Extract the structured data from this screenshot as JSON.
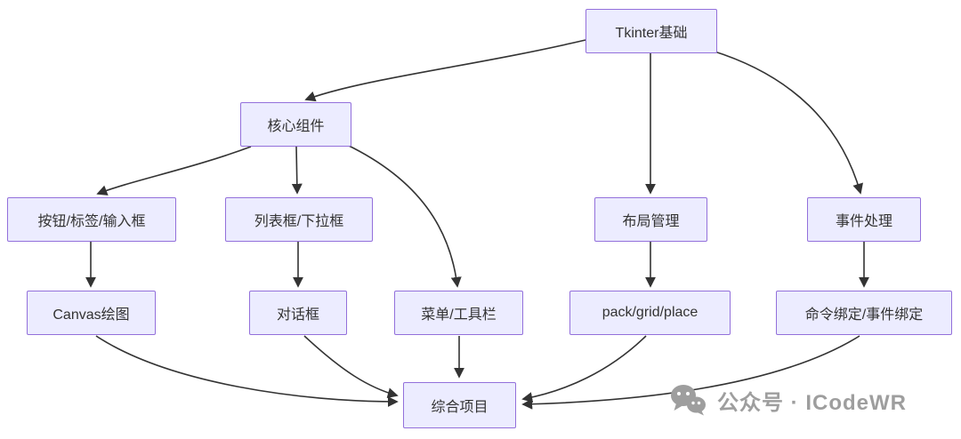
{
  "diagram": {
    "title": "Tkinter learning path flowchart",
    "nodes": [
      {
        "id": "tkinter-basics",
        "label": "Tkinter基础"
      },
      {
        "id": "core-components",
        "label": "核心组件"
      },
      {
        "id": "buttons-labels-inputs",
        "label": "按钮/标签/输入框"
      },
      {
        "id": "listbox-combobox",
        "label": "列表框/下拉框"
      },
      {
        "id": "layout-management",
        "label": "布局管理"
      },
      {
        "id": "event-handling",
        "label": "事件处理"
      },
      {
        "id": "canvas-drawing",
        "label": "Canvas绘图"
      },
      {
        "id": "dialog",
        "label": "对话框"
      },
      {
        "id": "menu-toolbar",
        "label": "菜单/工具栏"
      },
      {
        "id": "pack-grid-place",
        "label": "pack/grid/place"
      },
      {
        "id": "command-event-binding",
        "label": "命令绑定/事件绑定"
      },
      {
        "id": "comprehensive-project",
        "label": "综合项目"
      }
    ],
    "edges": [
      {
        "from": "tkinter-basics",
        "to": "core-components"
      },
      {
        "from": "tkinter-basics",
        "to": "layout-management"
      },
      {
        "from": "tkinter-basics",
        "to": "event-handling"
      },
      {
        "from": "core-components",
        "to": "buttons-labels-inputs"
      },
      {
        "from": "core-components",
        "to": "listbox-combobox"
      },
      {
        "from": "core-components",
        "to": "menu-toolbar"
      },
      {
        "from": "buttons-labels-inputs",
        "to": "canvas-drawing"
      },
      {
        "from": "listbox-combobox",
        "to": "dialog"
      },
      {
        "from": "layout-management",
        "to": "pack-grid-place"
      },
      {
        "from": "event-handling",
        "to": "command-event-binding"
      },
      {
        "from": "canvas-drawing",
        "to": "comprehensive-project"
      },
      {
        "from": "dialog",
        "to": "comprehensive-project"
      },
      {
        "from": "menu-toolbar",
        "to": "comprehensive-project"
      },
      {
        "from": "pack-grid-place",
        "to": "comprehensive-project"
      },
      {
        "from": "command-event-binding",
        "to": "comprehensive-project"
      }
    ]
  },
  "watermark": {
    "icon": "wechat-icon",
    "text": "公众号 · ICodeWR"
  },
  "colors": {
    "node_fill": "#ECECFF",
    "node_border": "#9370DB",
    "edge": "#333333",
    "text": "#333333",
    "watermark": "#9E9E9E"
  }
}
